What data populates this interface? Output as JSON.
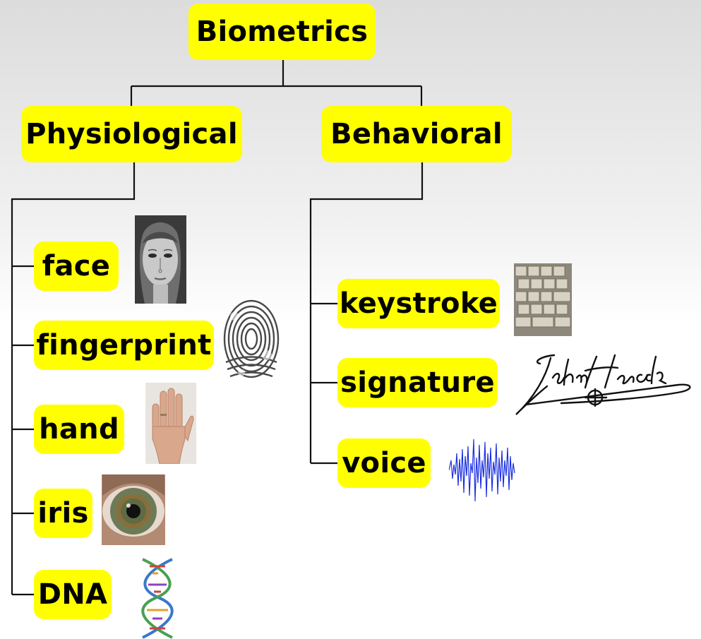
{
  "diagram": {
    "root": {
      "label": "Biometrics"
    },
    "categories": [
      {
        "label": "Physiological",
        "items": [
          {
            "label": "face",
            "icon": "face-photo"
          },
          {
            "label": "fingerprint",
            "icon": "fingerprint-image"
          },
          {
            "label": "hand",
            "icon": "hand-photo"
          },
          {
            "label": "iris",
            "icon": "iris-photo"
          },
          {
            "label": "DNA",
            "icon": "dna-helix"
          }
        ]
      },
      {
        "label": "Behavioral",
        "items": [
          {
            "label": "keystroke",
            "icon": "keyboard-photo"
          },
          {
            "label": "signature",
            "icon": "signature-image"
          },
          {
            "label": "voice",
            "icon": "voice-waveform"
          }
        ]
      }
    ],
    "signature_text": "John Hancock",
    "colors": {
      "node_fill": "#ffff00",
      "connector": "#111111",
      "waveform": "#1a2fe0"
    }
  }
}
